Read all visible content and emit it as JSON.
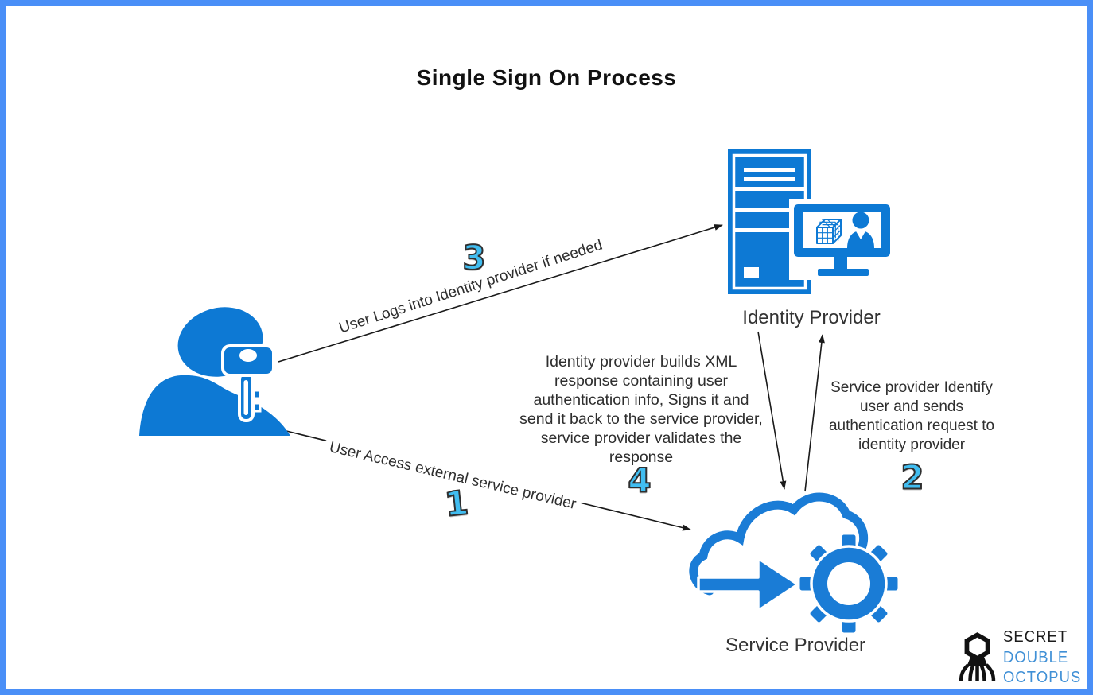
{
  "title": "Single Sign On Process",
  "nodes": {
    "identity_provider": {
      "label": "Identity Provider"
    },
    "service_provider": {
      "label": "Service Provider"
    }
  },
  "steps": [
    {
      "number": "1",
      "label": "User Access external service provider"
    },
    {
      "number": "2",
      "label": "Service provider Identify user and sends authentication request to identity provider"
    },
    {
      "number": "3",
      "label": "User Logs into Identity provider if needed"
    },
    {
      "number": "4",
      "label": "Identity provider builds XML response containing user authentication info, Signs it and send it back to the service provider, service provider validates the response"
    }
  ],
  "icons": {
    "user": "user-with-key-icon",
    "identity_provider": "server-and-monitor-icon",
    "service_provider": "cloud-arrow-gear-icon",
    "logo": "octopus-icon"
  },
  "logo": {
    "line1": "SECRET",
    "line2": "DOUBLE",
    "line3": "OCTOPUS"
  },
  "colors": {
    "frame_blue": "#4a8ff7",
    "icon_blue": "#0d79d4",
    "cloud_blue": "#1a7cd6",
    "step_number_blue": "#41bdf0",
    "logo_blue": "#4090d6",
    "text_dark": "#2e2e2e"
  }
}
